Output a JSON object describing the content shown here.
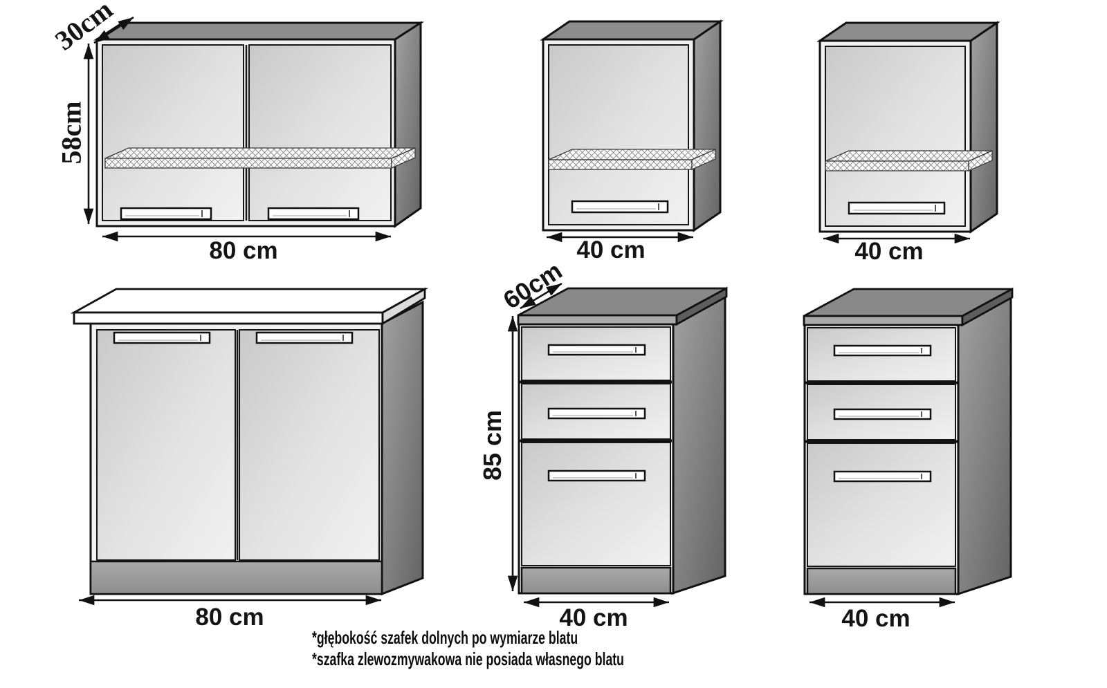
{
  "diagram": {
    "kind": "kitchen-cabinet-dimension-drawing",
    "units": "cm"
  },
  "cabinets": [
    {
      "id": "wall-cabinet-80",
      "type": "wall cabinet, two doors, one hatched shelf",
      "doors": 2,
      "shelves": 1,
      "width_label": "80 cm",
      "height_label": "58cm",
      "depth_label": "30cm"
    },
    {
      "id": "wall-cabinet-40-middle",
      "type": "wall cabinet, one door, one hatched shelf",
      "doors": 1,
      "shelves": 1,
      "width_label": "40 cm"
    },
    {
      "id": "wall-cabinet-40-right",
      "type": "wall cabinet, one door, one hatched shelf",
      "doors": 1,
      "shelves": 1,
      "width_label": "40 cm"
    },
    {
      "id": "base-cabinet-80",
      "type": "base cabinet, two doors, white worktop",
      "doors": 2,
      "width_label": "80 cm"
    },
    {
      "id": "base-cabinet-40-drawers-middle",
      "type": "base cabinet, three drawers, gray worktop",
      "drawers": 3,
      "width_label": "40 cm",
      "height_label": "85 cm",
      "depth_label": "60cm"
    },
    {
      "id": "base-cabinet-40-drawers-right",
      "type": "base cabinet, three drawers, gray worktop",
      "drawers": 3,
      "width_label": "40 cm"
    }
  ],
  "footnotes": [
    "*głębokość szafek dolnych po wymiarze blatu",
    "*szafka zlewozmywakowa nie posiada własnego blatu"
  ],
  "colors": {
    "background": "#ffffff",
    "outline": "#111111",
    "front_face": "#e4e4e4",
    "top_face_gray": "#8d8d8d",
    "side_face_dark": "#6a6a6a",
    "worktop_white": "#ffffff",
    "worktop_gray": "#898989",
    "plinth_gray": "#9d9d9d",
    "label_text": "#141414"
  }
}
